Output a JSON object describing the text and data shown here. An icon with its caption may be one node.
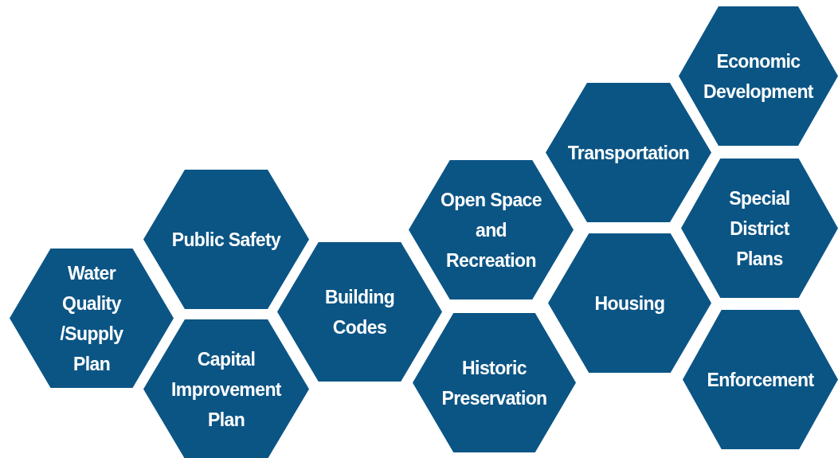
{
  "diagram": {
    "nodes": [
      {
        "text": [
          "Water Quality /Supply Plan"
        ]
      },
      {
        "text": [
          "Public Safety"
        ]
      },
      {
        "text": [
          "Capital Improvement Plan"
        ]
      },
      {
        "text": [
          "Building Codes"
        ]
      },
      {
        "text": [
          "Open Space and Recreation"
        ]
      },
      {
        "text": [
          "Historic Preservation"
        ]
      },
      {
        "text": [
          "Transportation"
        ]
      },
      {
        "text": [
          "Housing"
        ]
      },
      {
        "text": [
          "Economic Development"
        ]
      },
      {
        "text": [
          "Special District Plans"
        ]
      },
      {
        "text": [
          "Enforcement"
        ]
      }
    ]
  }
}
